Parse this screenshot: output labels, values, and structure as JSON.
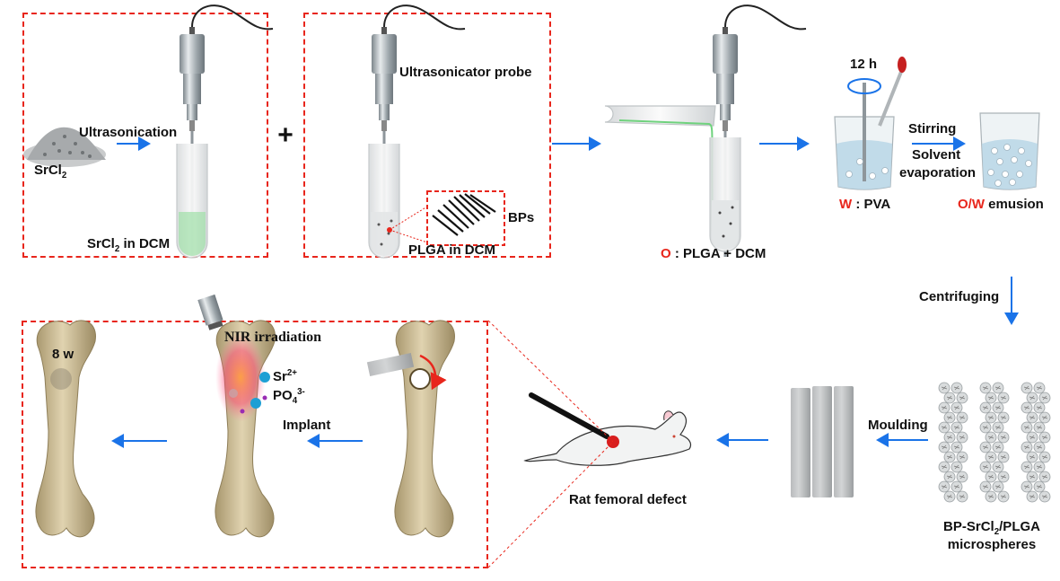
{
  "colors": {
    "accent_red": "#e8261c",
    "arrow_blue": "#1a73e8",
    "text": "#111111",
    "bone": "#cdbb94",
    "metal": "#a9b0b5",
    "liquid_green": "#9fe0a8",
    "water_blue": "#b9d6e6"
  },
  "plus_sign": "+",
  "step1": {
    "ultrasonication": "Ultrasonication",
    "powder": "SrCl",
    "powder_sub": "2",
    "result_a": "SrCl",
    "result_sub": "2",
    "result_b": " in DCM"
  },
  "step2": {
    "probe_label": "Ultrasonicator probe",
    "bps_label": "BPs",
    "result": "PLGA in DCM"
  },
  "step3": {
    "o_letter": "O",
    "o_rest": " : PLGA + DCM"
  },
  "step4": {
    "time": "12 h",
    "w_letter": "W",
    "w_rest": " : PVA",
    "stirring": "Stirring",
    "solvent_line1": "Solvent",
    "solvent_line2": "evaporation",
    "ow_letters": "O/W",
    "ow_rest": " emusion"
  },
  "step5": {
    "centrifuging": "Centrifuging",
    "microspheres_a": "BP-SrCl",
    "microspheres_sub": "2",
    "microspheres_b": "/PLGA",
    "microspheres_line2": "microspheres",
    "moulding": "Moulding"
  },
  "step6": {
    "rat_label": "Rat femoral defect"
  },
  "step7": {
    "implant": "Implant",
    "nir": "NIR irradiation",
    "sr_ion": "Sr",
    "sr_charge": "2+",
    "po_ion": "PO",
    "po_sub": "4",
    "po_charge": "3-",
    "duration": "8 w"
  }
}
